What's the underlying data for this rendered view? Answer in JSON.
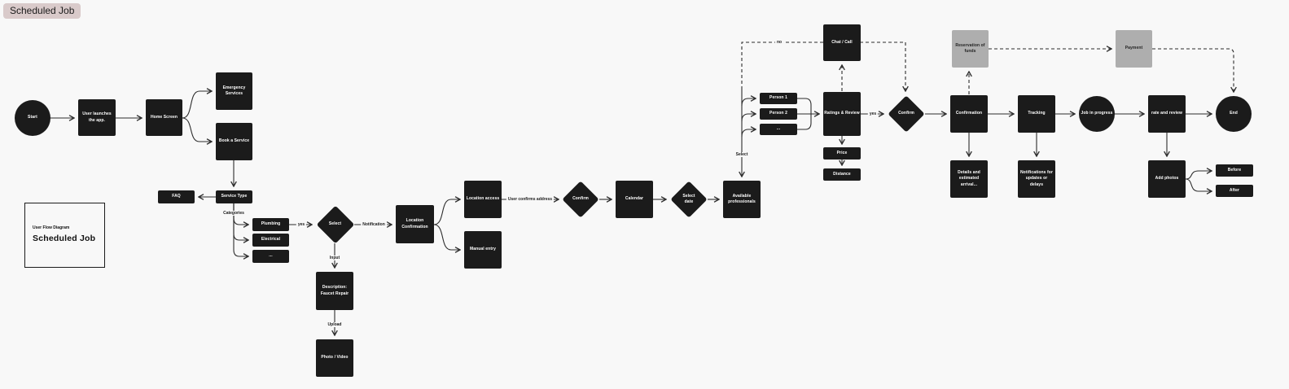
{
  "page_badge": "Scheduled Job",
  "title_card": {
    "subtitle": "User Flow Diagram",
    "title": "Scheduled Job"
  },
  "colors": {
    "background": "#f8f8f8",
    "node_dark": "#1b1b1b",
    "node_gray": "#aeaeae",
    "badge_bg": "#d9caca",
    "connector": "#2d2d2d",
    "node_text": "#ffffff"
  },
  "nodes": {
    "start": {
      "label": "Start",
      "shape": "circle"
    },
    "user_launches": {
      "label": "User launches the app.",
      "shape": "rect"
    },
    "home_screen": {
      "label": "Home Screen",
      "shape": "rect"
    },
    "emergency_services": {
      "label": "Emergency Services",
      "shape": "rect"
    },
    "book_service": {
      "label": "Book a Service",
      "shape": "rect"
    },
    "faq": {
      "label": "FAQ",
      "shape": "rect"
    },
    "service_type": {
      "label": "Service Type",
      "shape": "rect"
    },
    "plumbing": {
      "label": "Plumbing",
      "shape": "rect"
    },
    "electrical": {
      "label": "Electrical",
      "shape": "rect"
    },
    "more_categories": {
      "label": "...",
      "shape": "rect"
    },
    "select": {
      "label": "Select",
      "shape": "diamond"
    },
    "description": {
      "label": "Description:\nFaucet Repair",
      "shape": "rect"
    },
    "photo_video": {
      "label": "Photo / Video",
      "shape": "rect"
    },
    "location_confirmation": {
      "label": "Location Confirmation",
      "shape": "rect"
    },
    "location_access": {
      "label": "Location access",
      "shape": "rect"
    },
    "manual_entry": {
      "label": "Manual entry",
      "shape": "rect"
    },
    "confirm_address": {
      "label": "Confirm",
      "shape": "diamond"
    },
    "calendar": {
      "label": "Calendar",
      "shape": "rect"
    },
    "select_date": {
      "label": "Select date",
      "shape": "diamond"
    },
    "available_professionals": {
      "label": "Available professionals",
      "shape": "rect"
    },
    "person1": {
      "label": "Person 1",
      "shape": "rect"
    },
    "person2": {
      "label": "Person 2",
      "shape": "rect"
    },
    "more_persons": {
      "label": "...",
      "shape": "rect"
    },
    "ratings_review": {
      "label": "Ratings & Review",
      "shape": "rect"
    },
    "price": {
      "label": "Price",
      "shape": "rect"
    },
    "distance": {
      "label": "Distance",
      "shape": "rect"
    },
    "chat_call": {
      "label": "Chat / Call",
      "shape": "rect"
    },
    "confirm_booking": {
      "label": "Confirm",
      "shape": "diamond"
    },
    "confirmation": {
      "label": "Confirmation",
      "shape": "rect"
    },
    "tracking": {
      "label": "Tracking",
      "shape": "rect"
    },
    "job_in_progress": {
      "label": "Job in progress",
      "shape": "circle"
    },
    "rate_review": {
      "label": "rate and review",
      "shape": "rect"
    },
    "end": {
      "label": "End",
      "shape": "circle"
    },
    "details": {
      "label": "Details and estimated arrival...",
      "shape": "rect"
    },
    "notifications": {
      "label": "Notifications for updates or delays",
      "shape": "rect"
    },
    "add_photos": {
      "label": "Add photos",
      "shape": "rect"
    },
    "before": {
      "label": "Before",
      "shape": "rect"
    },
    "after": {
      "label": "After",
      "shape": "rect"
    },
    "reservation": {
      "label": "Reservation of funds",
      "shape": "rect-gray"
    },
    "payment": {
      "label": "Payment",
      "shape": "rect-gray"
    }
  },
  "edge_labels": {
    "categories": "Categories",
    "yes_select": "yes",
    "notification": "Notification",
    "input": "Input",
    "upload": "Upload",
    "user_confirms_address": "User confirms address",
    "select": "Select",
    "no": "no",
    "yes_confirm": "yes"
  }
}
